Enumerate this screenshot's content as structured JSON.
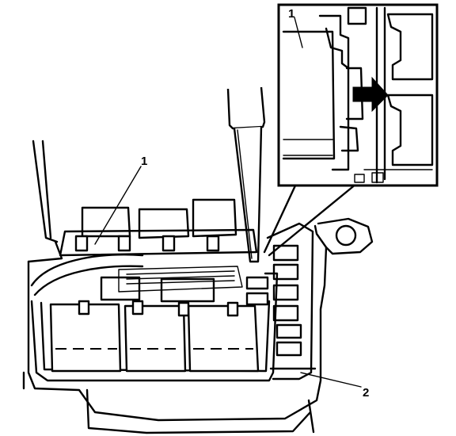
{
  "diagram": {
    "callouts": {
      "main_part_1": "1",
      "main_part_2": "2",
      "inset_part_1": "1"
    },
    "colors": {
      "line": "#000000",
      "background": "#ffffff",
      "arrow": "#000000"
    }
  }
}
